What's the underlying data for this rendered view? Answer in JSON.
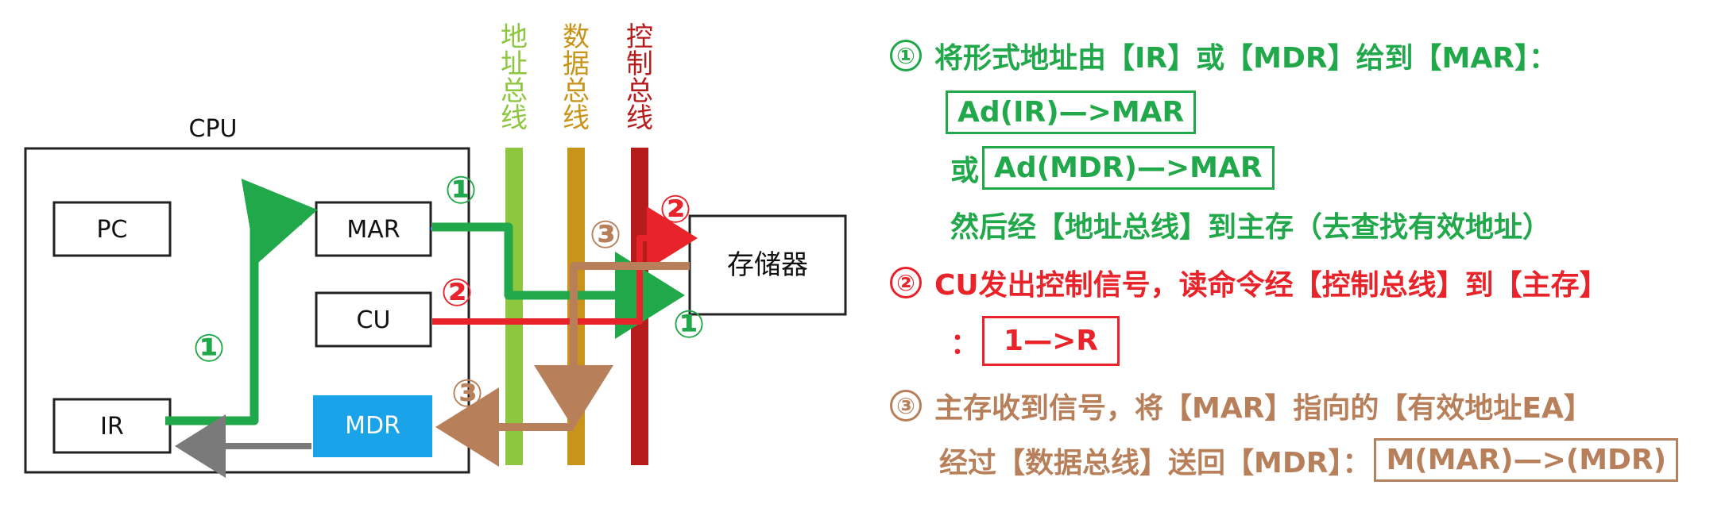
{
  "colors": {
    "address_bus": "#8dc63f",
    "data_bus": "#c9941a",
    "control_bus": "#b71c1c",
    "step1": "#21a84a",
    "step2": "#e8232a",
    "step3": "#b8805a",
    "mdr_fill": "#1aa3e8"
  },
  "diagram": {
    "cpu_label": "CPU",
    "pc_label": "PC",
    "mar_label": "MAR",
    "cu_label": "CU",
    "ir_label": "IR",
    "mdr_label": "MDR",
    "memory_label": "存储器",
    "buses": [
      {
        "chars": [
          "地",
          "址",
          "总",
          "线"
        ],
        "color": "#8dc63f"
      },
      {
        "chars": [
          "数",
          "据",
          "总",
          "线"
        ],
        "color": "#c9941a"
      },
      {
        "chars": [
          "控",
          "制",
          "总",
          "线"
        ],
        "color": "#b71c1c"
      }
    ],
    "markers": {
      "one": "①",
      "two": "②",
      "three": "③"
    }
  },
  "explanation": {
    "step1_num": "①",
    "step1_title": "将形式地址由【IR】或【MDR】给到【MAR】：",
    "step1_formula_a": "Ad(IR)—>MAR",
    "step1_or": "或",
    "step1_formula_b": "Ad(MDR)—>MAR",
    "step1_then": "然后经【地址总线】到主存（去查找有效地址）",
    "step2_num": "②",
    "step2_title": "CU发出控制信号，读命令经【控制总线】到【主存】",
    "step2_colon": "：",
    "step2_formula": "1—>R",
    "step3_num": "③",
    "step3_title": "主存收到信号，将【MAR】指向的【有效地址EA】",
    "step3_line2": "经过【数据总线】送回【MDR】：",
    "step3_formula": "M(MAR)—>(MDR)"
  }
}
